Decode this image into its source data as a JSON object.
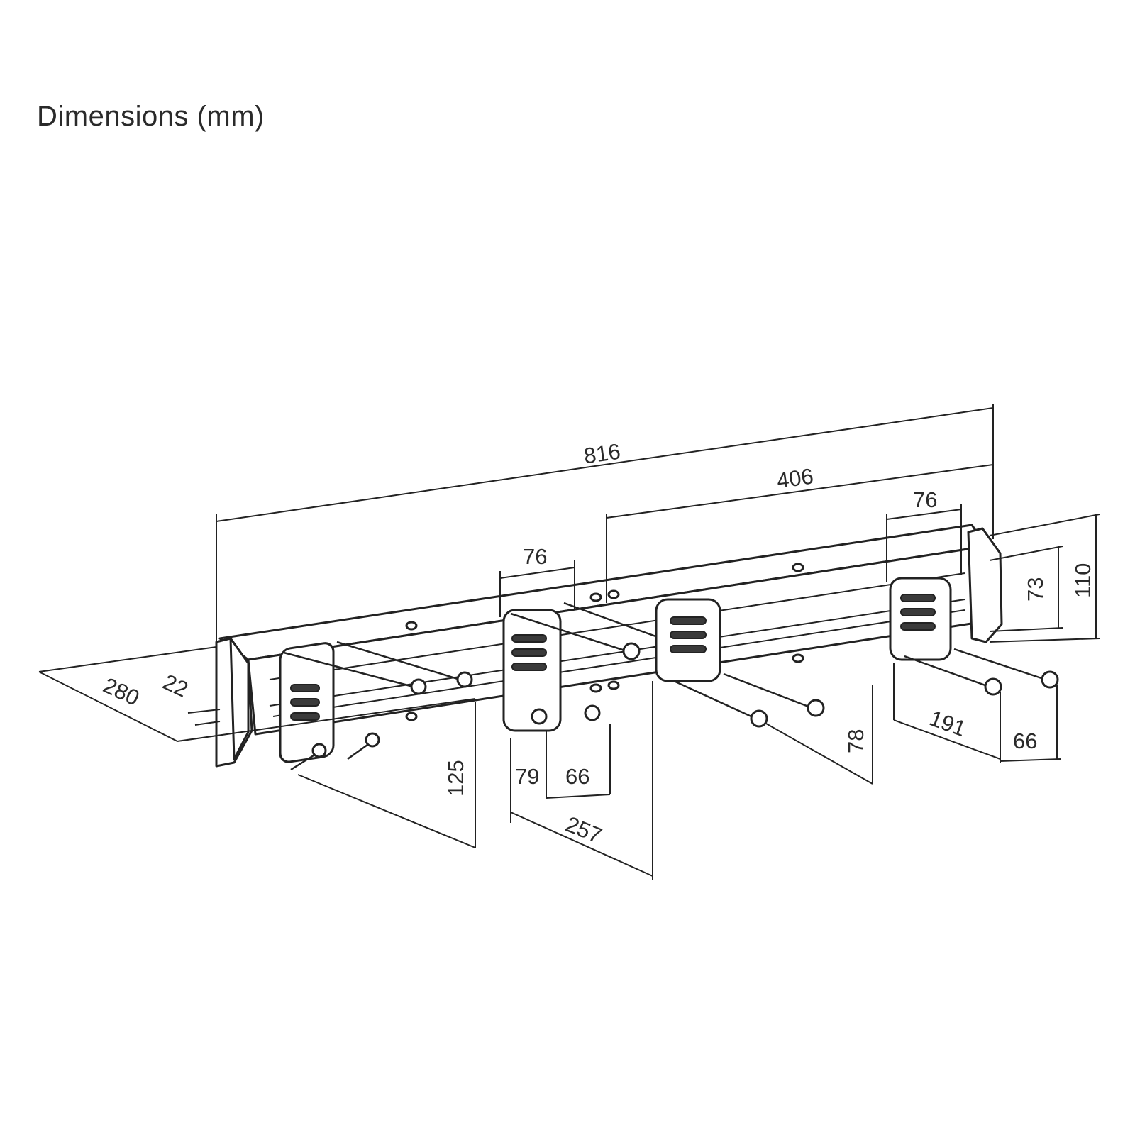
{
  "title": "Dimensions (mm)",
  "dimensions": {
    "total_length": "816",
    "half_length": "406",
    "hook_spacing_left": "76",
    "hook_spacing_right": "76",
    "rail_inner_height": "73",
    "rail_height": "110",
    "depth": "280",
    "rail_offset": "22",
    "hook1_depth": "125",
    "hook2_width_a": "79",
    "hook2_width_b": "66",
    "hook2_depth": "257",
    "hook3_depth": "78",
    "hook4_depth": "191",
    "hook4_width": "66"
  }
}
